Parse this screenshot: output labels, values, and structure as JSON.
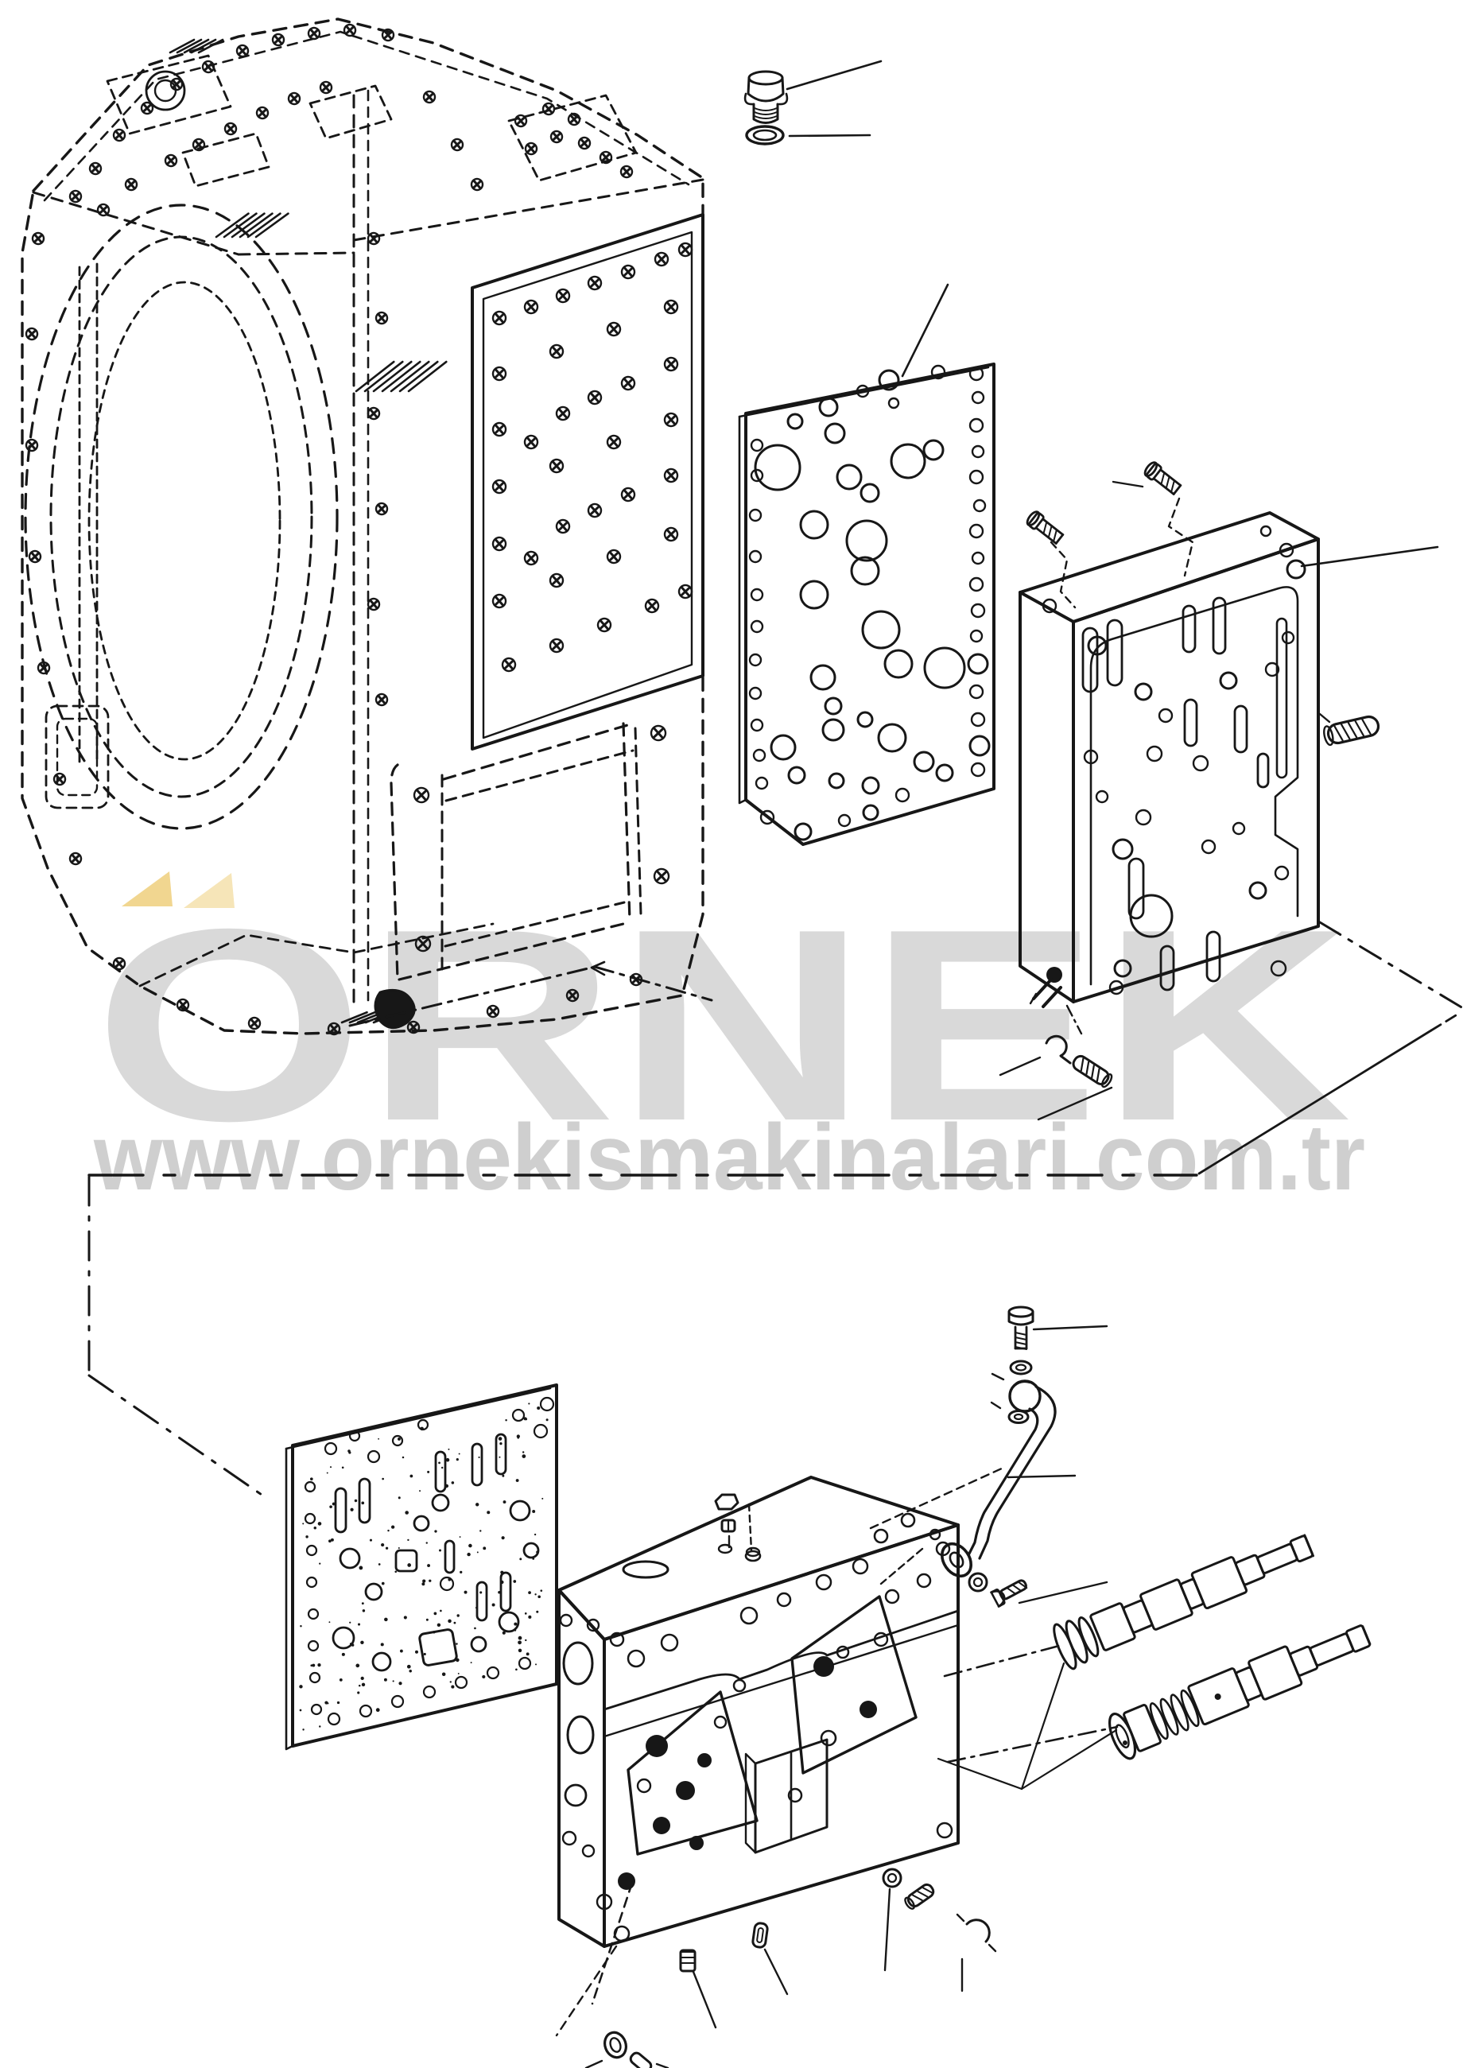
{
  "watermark": {
    "brand_text": "ORNEK",
    "brand_full_name": "ÖRNEK",
    "url_text": "www.ornekismakinalari.com.tr",
    "brand_color": "#d9d9d9",
    "url_color": "#cfcfcf",
    "umlaut_triangle_color": "#eecf7d"
  },
  "diagram": {
    "description": "Exploded-view parts diagram of a tractor transmission case with hydraulic control valve bodies, separator plates, control spools, oil pipe and fasteners",
    "ink_color": "#171717",
    "background_color": "#ffffff",
    "parts": [
      {
        "id": "transmission-case",
        "label": "transmission case (hidden-line view)"
      },
      {
        "id": "valve-mounting-panel",
        "label": "valve mounting face with bolts"
      },
      {
        "id": "shift-rail-frame",
        "label": "internal frame opening"
      },
      {
        "id": "filler-plug",
        "label": "plug"
      },
      {
        "id": "o-ring",
        "label": "O-ring"
      },
      {
        "id": "upper-separator-plate",
        "label": "separator plate"
      },
      {
        "id": "upper-valve-body",
        "label": "control valve body"
      },
      {
        "id": "valve-body-screw-a",
        "label": "screw"
      },
      {
        "id": "valve-body-screw-b",
        "label": "screw"
      },
      {
        "id": "spring-pin",
        "label": "spring pin"
      },
      {
        "id": "detent-spring",
        "label": "spring"
      },
      {
        "id": "detent-screw",
        "label": "screw"
      },
      {
        "id": "corner-bolt",
        "label": "bolt"
      },
      {
        "id": "section-boundary",
        "label": "phantom boundary lines"
      },
      {
        "id": "lower-separator-plate",
        "label": "separator plate"
      },
      {
        "id": "lower-valve-body",
        "label": "lift control valve body"
      },
      {
        "id": "stud-bolts",
        "label": "bolt and nut"
      },
      {
        "id": "oil-pipe-assembly",
        "label": "banjo bolt, washers, fitting and pipe"
      },
      {
        "id": "link-parts",
        "label": "rod end, washer and bolt"
      },
      {
        "id": "upper-control-spool",
        "label": "control valve spool"
      },
      {
        "id": "lower-control-spool",
        "label": "control valve spool"
      },
      {
        "id": "small-fasteners",
        "label": "grub screw, pin, o-rings, screws, clip"
      }
    ]
  }
}
